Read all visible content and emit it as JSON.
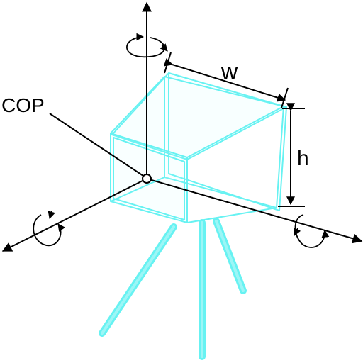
{
  "labels": {
    "cop": "COP",
    "width": "w",
    "height": "h"
  },
  "colors": {
    "camera": "#67f2f2",
    "axis": "#000000",
    "background": "#ffffff"
  },
  "icons": {
    "vertical_rotation": "rotation-arrow-icon",
    "left_rotation": "rotation-arrow-icon",
    "right_rotation": "rotation-arrow-icon",
    "axis_arrow": "arrowhead-icon"
  }
}
